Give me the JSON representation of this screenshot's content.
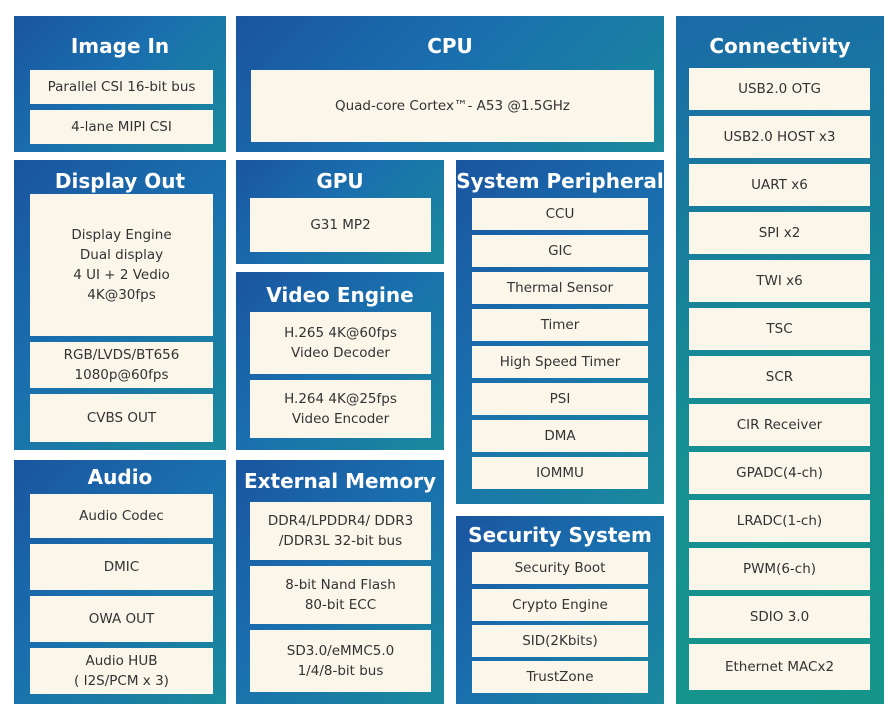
{
  "image_in": {
    "title": "Image In",
    "items": [
      "Parallel CSI 16-bit bus",
      "4-lane MIPI CSI"
    ]
  },
  "cpu": {
    "title": "CPU",
    "item": "Quad-core Cortex™- A53 @1.5GHz"
  },
  "connectivity": {
    "title": "Connectivity",
    "items": [
      "USB2.0 OTG",
      "USB2.0 HOST x3",
      "UART x6",
      "SPI x2",
      "TWI x6",
      "TSC",
      "SCR",
      "CIR Receiver",
      "GPADC(4-ch)",
      "LRADC(1-ch)",
      "PWM(6-ch)",
      "SDIO 3.0",
      "Ethernet MACx2"
    ]
  },
  "display_out": {
    "title": "Display Out",
    "engine_lines": [
      "Display Engine",
      "Dual display",
      "4 UI + 2 Vedio",
      "4K@30fps"
    ],
    "rgb_lines": [
      "RGB/LVDS/BT656",
      "1080p@60fps"
    ],
    "cvbs": "CVBS OUT"
  },
  "gpu": {
    "title": "GPU",
    "item": "G31 MP2"
  },
  "system_peripheral": {
    "title": "System Peripheral",
    "items": [
      "CCU",
      "GIC",
      "Thermal Sensor",
      "Timer",
      "High Speed Timer",
      "PSI",
      "DMA",
      "IOMMU"
    ]
  },
  "video_engine": {
    "title": "Video Engine",
    "decoder_lines": [
      "H.265 4K@60fps",
      "Video Decoder"
    ],
    "encoder_lines": [
      "H.264 4K@25fps",
      "Video Encoder"
    ]
  },
  "audio": {
    "title": "Audio",
    "items": [
      "Audio Codec",
      "DMIC",
      "OWA OUT"
    ],
    "hub_lines": [
      "Audio HUB",
      "( I2S/PCM x 3)"
    ]
  },
  "external_memory": {
    "title": "External Memory",
    "ddr_lines": [
      "DDR4/LPDDR4/ DDR3",
      "/DDR3L 32-bit bus"
    ],
    "nand_lines": [
      "8-bit Nand Flash",
      "80-bit ECC"
    ],
    "sd_lines": [
      "SD3.0/eMMC5.0",
      "1/4/8-bit bus"
    ]
  },
  "security_system": {
    "title": "Security System",
    "items": [
      "Security Boot",
      "Crypto Engine",
      "SID(2Kbits)",
      "TrustZone"
    ]
  }
}
